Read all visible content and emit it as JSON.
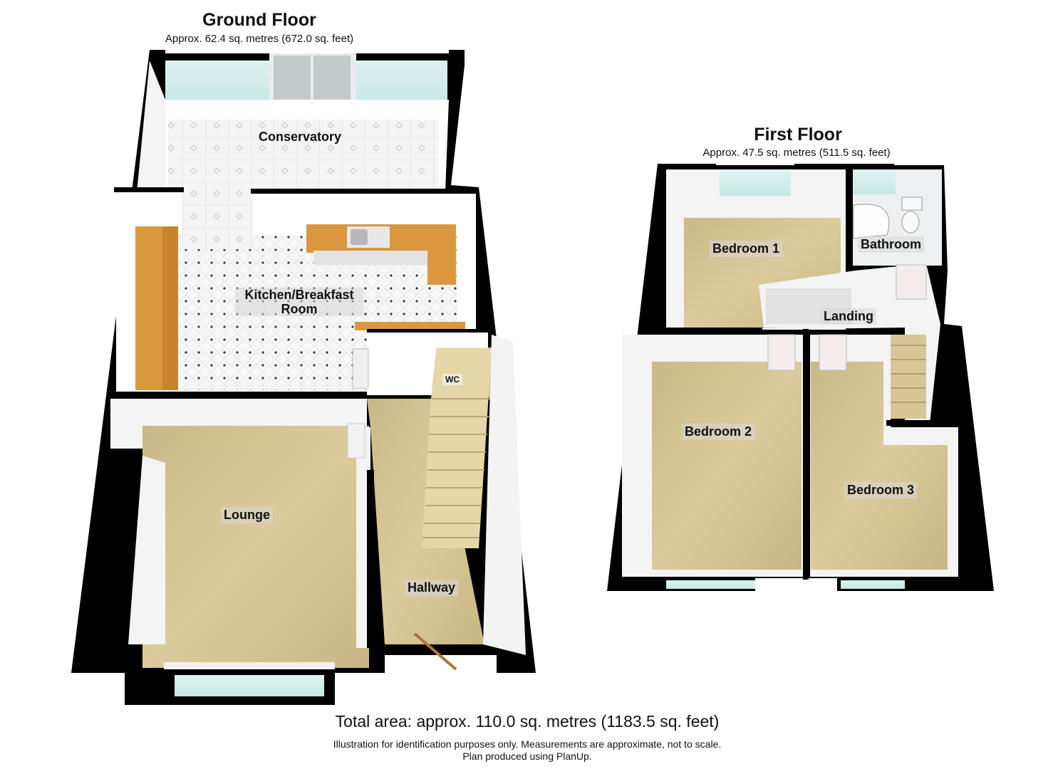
{
  "ground_floor": {
    "title": "Ground Floor",
    "area": "Approx. 62.4 sq. metres (672.0 sq. feet)",
    "rooms": {
      "conservatory": "Conservatory",
      "kitchen_line1": "Kitchen/Breakfast",
      "kitchen_line2": "Room",
      "wc": "WC",
      "lounge": "Lounge",
      "hallway": "Hallway"
    }
  },
  "first_floor": {
    "title": "First Floor",
    "area": "Approx. 47.5 sq. metres (511.5 sq. feet)",
    "rooms": {
      "bedroom1": "Bedroom 1",
      "bathroom": "Bathroom",
      "landing": "Landing",
      "bedroom2": "Bedroom 2",
      "bedroom3": "Bedroom 3"
    }
  },
  "footer": {
    "total_area": "Total area: approx. 110.0 sq. metres (1183.5 sq. feet)",
    "disclaimer_line1": "Illustration for identification purposes only. Measurements are approximate, not to scale.",
    "disclaimer_line2": "Plan produced using PlanUp."
  },
  "colors": {
    "wall": "#000000",
    "carpet": "#cdbb8c",
    "tile": "#f2f2f2",
    "worktop": "#d9983e",
    "window_glass": "#cfeeea",
    "stairs": "#e6d7a8"
  }
}
